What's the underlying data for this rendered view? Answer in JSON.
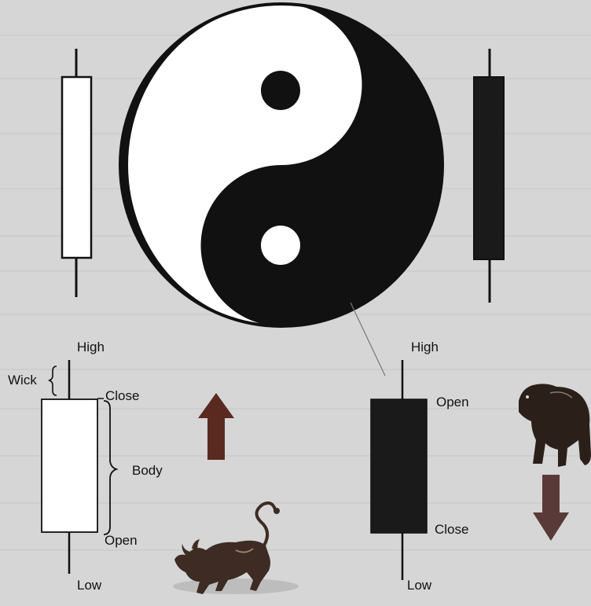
{
  "labels": {
    "left_high": "High",
    "left_low": "Low",
    "wick": "Wick",
    "close_left": "Close",
    "body": "Body",
    "open_left": "Open",
    "right_high": "High",
    "right_low": "Low",
    "open_right": "Open",
    "close_right": "Close"
  },
  "icons": {
    "yin_yang": "yin-yang-icon",
    "bull": "bull-icon",
    "bear": "bear-icon",
    "up_arrow": "up-arrow-icon",
    "down_arrow": "down-arrow-icon"
  },
  "colors": {
    "background": "#d6d6d6",
    "bearish_body": "#1a1a1a",
    "bullish_body": "#ffffff",
    "up_arrow": "#5a2a20",
    "down_arrow": "#5a3a38"
  }
}
